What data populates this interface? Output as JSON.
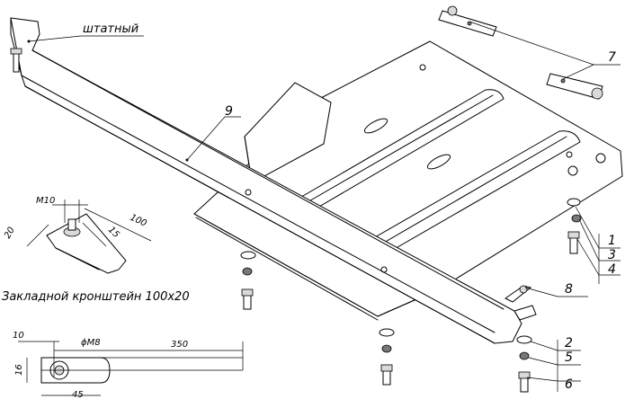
{
  "labels": {
    "shtatny": "штатный",
    "part_9": "9",
    "part_7": "7",
    "part_1": "1",
    "part_3": "3",
    "part_4": "4",
    "part_8": "8",
    "part_2": "2",
    "part_5": "5",
    "part_6": "6"
  },
  "bracket_detail": {
    "caption": "Закладной кронштейн 100x20",
    "dim_m10": "M10",
    "dim_100": "100",
    "dim_20": "20",
    "dim_15": "15"
  },
  "strap_detail": {
    "dim_10": "10",
    "dim_m8": "ϕM8",
    "dim_350": "350",
    "dim_16": "16",
    "dim_45": "45"
  }
}
